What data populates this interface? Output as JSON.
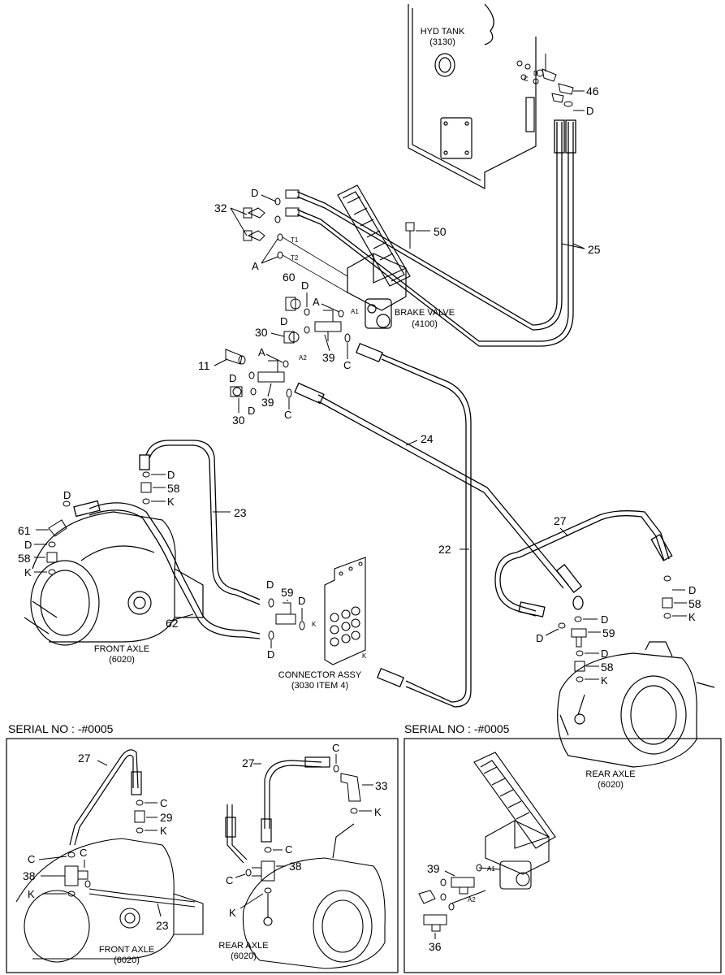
{
  "main": {
    "hyd_tank": {
      "line1": "HYD TANK",
      "line2": "(3130)"
    },
    "brake_valve": {
      "line1": "BRAKE VALVE",
      "line2": "(4100)"
    },
    "front_axle": {
      "line1": "FRONT AXLE",
      "line2": "(6020)"
    },
    "rear_axle": {
      "line1": "REAR AXLE",
      "line2": "(6020)"
    },
    "connector_assy": {
      "line1": "CONNECTOR ASSY",
      "line2": "(3030 ITEM 4)"
    },
    "callouts": {
      "n46": "46",
      "n25": "25",
      "n50": "50",
      "n32": "32",
      "n60": "60",
      "n30a": "30",
      "n39a": "39",
      "n11": "11",
      "n39b": "39",
      "n30b": "30",
      "n24": "24",
      "n23": "23",
      "n58a": "58",
      "n61": "61",
      "n58b": "58",
      "n59a": "59",
      "n62": "62",
      "n22": "22",
      "n27": "27",
      "n58c": "58",
      "n59b": "59",
      "n58d": "58"
    },
    "letters": {
      "D": "D",
      "A": "A",
      "C": "C",
      "K": "K",
      "t1": "T1",
      "t2": "T2",
      "a1": "A1",
      "a2": "A2",
      "c_small": "C",
      "d_small": "D"
    }
  },
  "inset_left": {
    "serial": "SERIAL NO : -#0005",
    "front_axle": {
      "line1": "FRONT AXLE",
      "line2": "(6020)"
    },
    "rear_axle": {
      "line1": "REAR AXLE",
      "line2": "(6020)"
    },
    "callouts": {
      "n27a": "27",
      "n29": "29",
      "n38a": "38",
      "n23": "23",
      "n27b": "27",
      "n33": "33",
      "n38b": "38"
    },
    "letters": {
      "C": "C",
      "K": "K"
    }
  },
  "inset_right": {
    "serial": "SERIAL NO : -#0005",
    "callouts": {
      "n39": "39",
      "n36": "36"
    },
    "letters": {
      "a1": "A1",
      "a2": "A2"
    }
  }
}
